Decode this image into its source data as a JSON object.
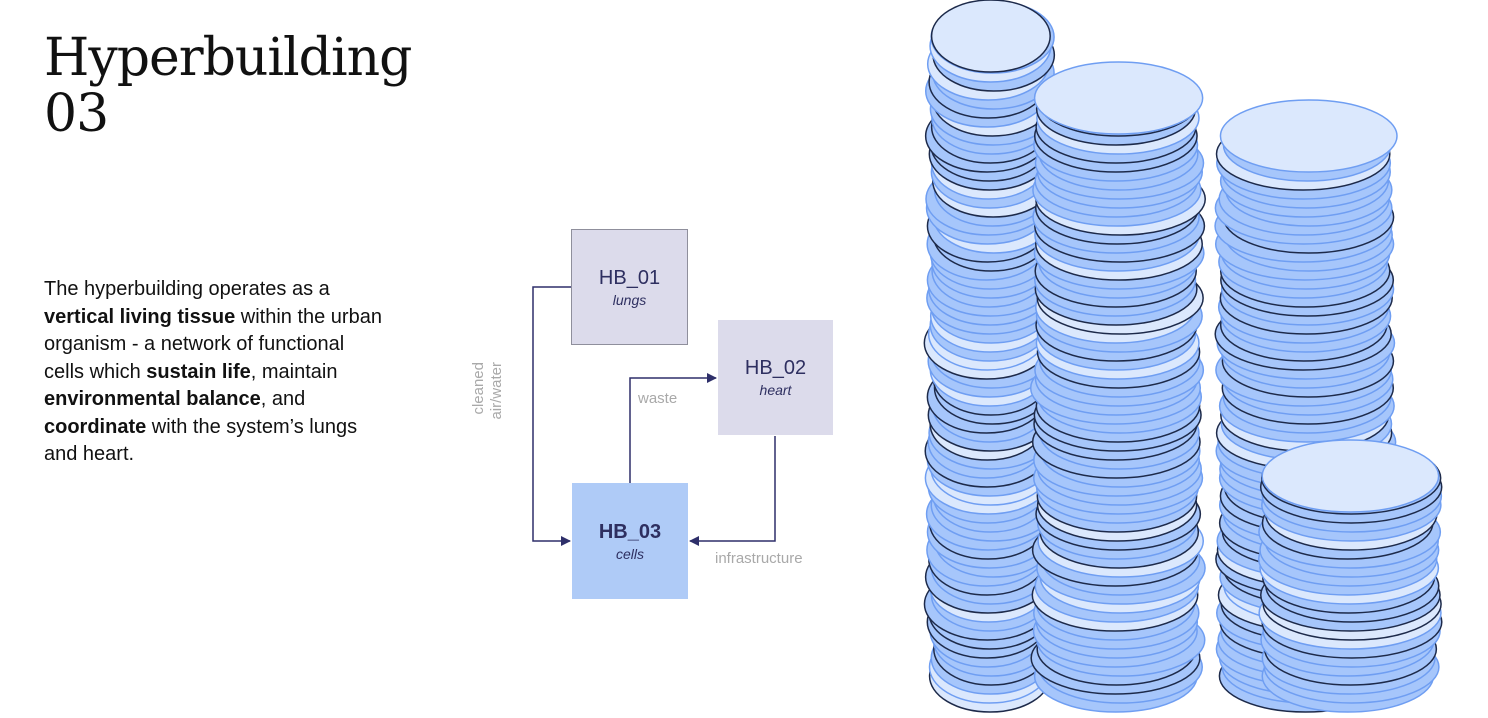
{
  "title": {
    "line1": "Hyperbuilding",
    "line2": "03"
  },
  "description": [
    {
      "text": "The hyperbuilding operates as a ",
      "bold": false
    },
    {
      "text": "vertical living tissue",
      "bold": true
    },
    {
      "text": " within the urban organism - a network of functional cells which ",
      "bold": false
    },
    {
      "text": "sustain life",
      "bold": true
    },
    {
      "text": ", maintain ",
      "bold": false
    },
    {
      "text": "environmental balance",
      "bold": true
    },
    {
      "text": ", and ",
      "bold": false
    },
    {
      "text": "coordinate",
      "bold": true
    },
    {
      "text": " with the system’s lungs and heart.",
      "bold": false
    }
  ],
  "diagram": {
    "nodes": [
      {
        "id": "HB_01",
        "role": "lungs"
      },
      {
        "id": "HB_02",
        "role": "heart"
      },
      {
        "id": "HB_03",
        "role": "cells"
      }
    ],
    "edges": [
      {
        "from": "HB_01",
        "to": "HB_03",
        "label_line1": "cleaned",
        "label_line2": "air/water"
      },
      {
        "from": "HB_03",
        "to": "HB_02",
        "label": "waste"
      },
      {
        "from": "HB_02",
        "to": "HB_03",
        "label": "infrastructure"
      }
    ],
    "colors": {
      "node_grey": "#dcdbeb",
      "node_blue": "#afcbf7",
      "arrow": "#2e2f6a",
      "label": "#a9a9a9"
    }
  },
  "illustration": {
    "colors": {
      "disk_fill": "#a6c6fb",
      "disk_light": "#dbe8fd",
      "disk_stroke": "#6f9ef2"
    }
  }
}
